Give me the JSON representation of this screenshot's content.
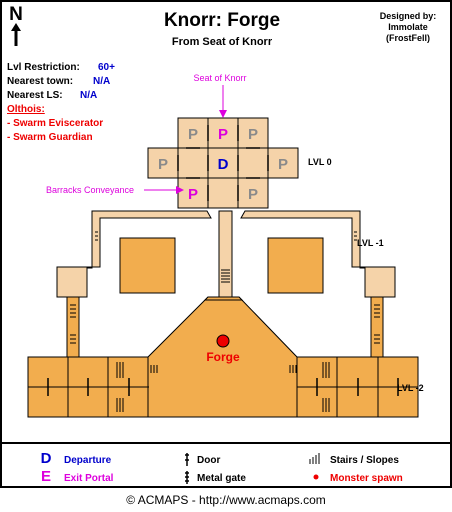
{
  "header": {
    "title": "Knorr: Forge",
    "subtitle": "From Seat of Knorr",
    "compass_letter": "N",
    "credits_label": "Designed by:",
    "credits_author": "Immolate",
    "credits_handle": "(FrostFell)"
  },
  "info": {
    "lvl_label": "Lvl Restriction:",
    "lvl_value": "60+",
    "town_label": "Nearest town:",
    "town_value": "N/A",
    "ls_label": "Nearest LS:",
    "ls_value": "N/A",
    "monsters_heading": "Olthois:",
    "monsters": [
      "- Swarm Eviscerator",
      "- Swarm Guardian"
    ]
  },
  "annotations": {
    "seat": "Seat of Knorr",
    "barracks": "Barracks Conveyance"
  },
  "levels": {
    "lvl0": "LVL 0",
    "lvl1": "LVL -1",
    "lvl2": "LVL -2"
  },
  "map_labels": {
    "forge": "Forge",
    "portal_letter": "P",
    "departure_letter": "D"
  },
  "legend": {
    "departure_key": "D",
    "departure": "Departure",
    "exit_key": "E",
    "exit_portal": "Exit Portal",
    "door": "Door",
    "metal_gate": "Metal gate",
    "stairs": "Stairs / Slopes",
    "monster_spawn": "Monster spawn"
  },
  "footer": {
    "copyright": "© ACMAPS - http://www.acmaps.com"
  },
  "colors": {
    "room_light": "#f5d3a9",
    "room_dark": "#f2ad4e",
    "magenta": "#dd00dd",
    "blue": "#0000cc",
    "red": "#ee0000",
    "gray": "#8a8a8a"
  }
}
